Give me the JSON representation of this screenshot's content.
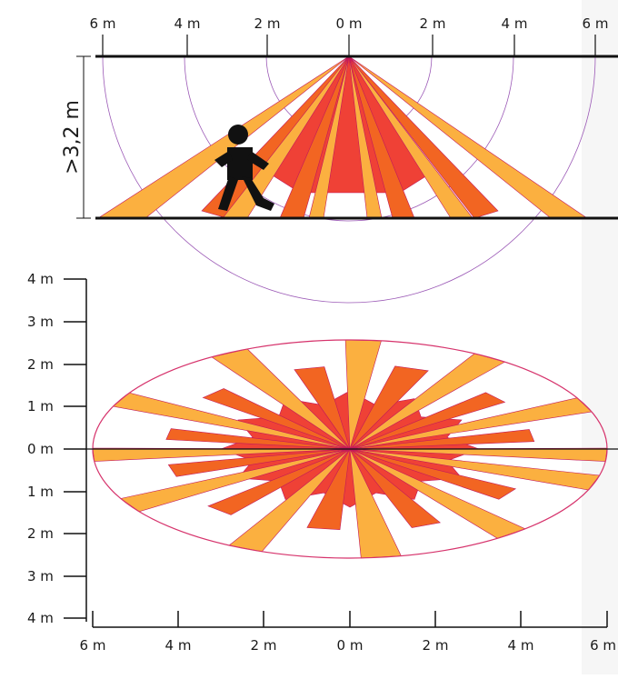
{
  "side_view": {
    "distance_labels": [
      "6 m",
      "4 m",
      "2 m",
      "0 m",
      "2 m",
      "4 m",
      "6 m"
    ],
    "height_label": ">3,2 m"
  },
  "top_view": {
    "y_labels": [
      "4 m",
      "3 m",
      "2 m",
      "1 m",
      "0 m",
      "1 m",
      "2 m",
      "3 m",
      "4 m"
    ],
    "x_labels": [
      "6 m",
      "4 m",
      "2 m",
      "0 m",
      "2 m",
      "4 m",
      "6 m"
    ]
  },
  "colors": {
    "outer_beam": "#fbb040",
    "mid_beam": "#f26522",
    "inner_beam": "#ef4136",
    "beam_outline": "#c2185b",
    "range_arc": "#9b59b6",
    "ellipse": "#d6336c",
    "line": "#111111",
    "person": "#111111"
  },
  "icons": {
    "person": "walking-person-icon"
  }
}
